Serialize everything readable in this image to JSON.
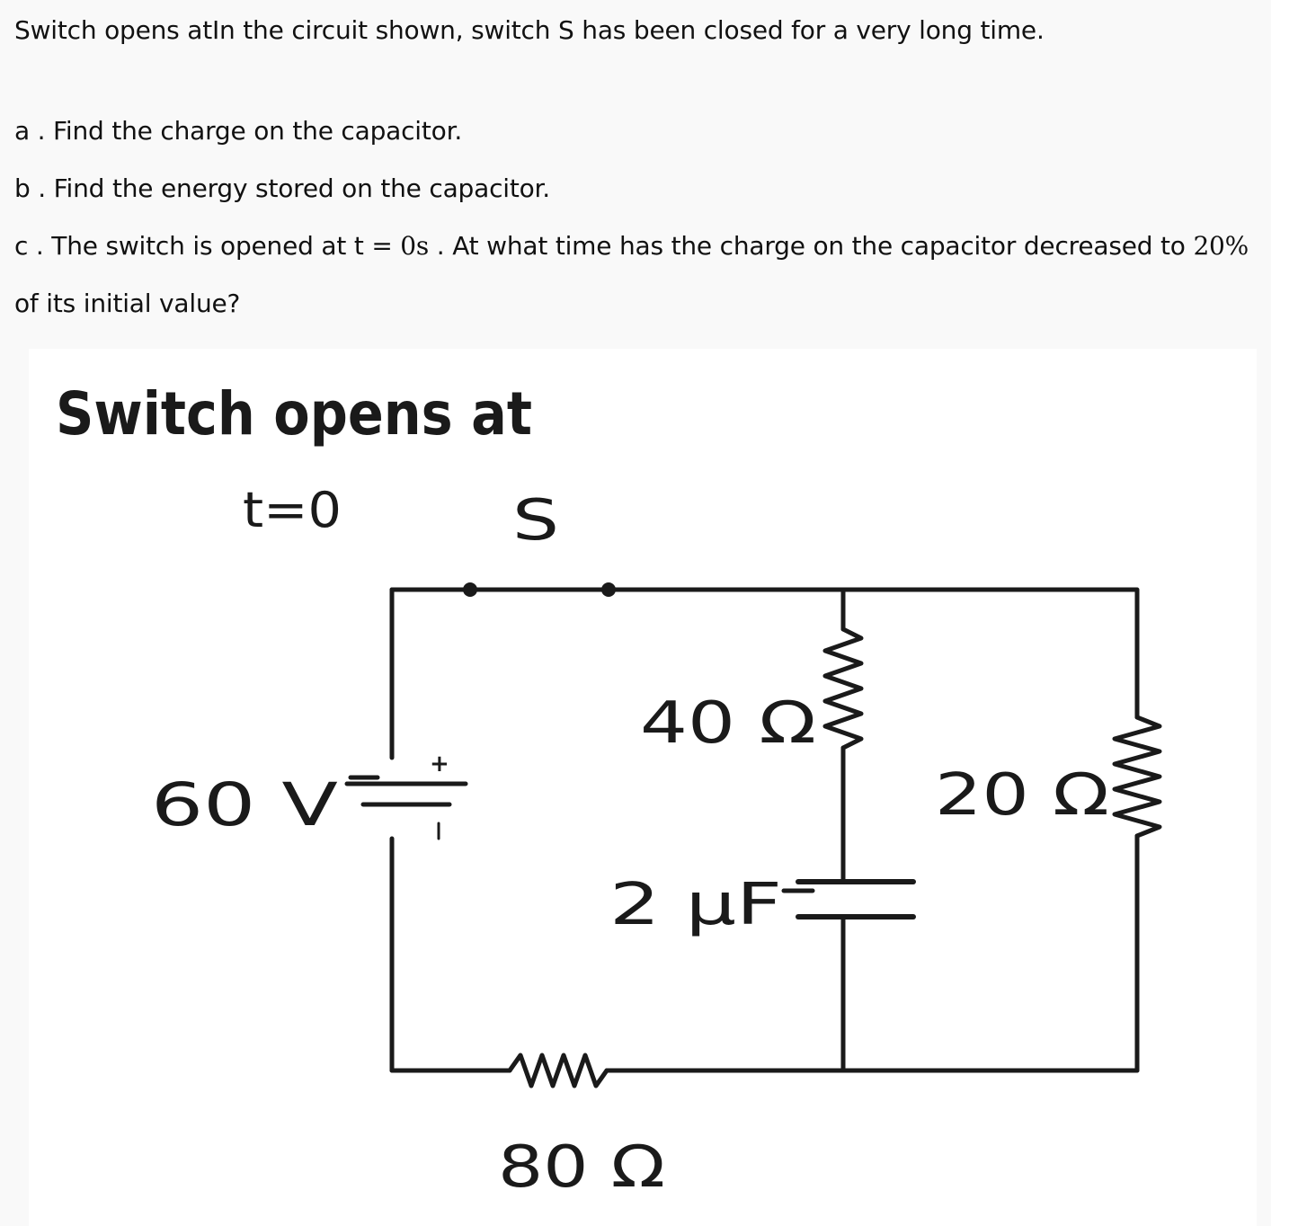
{
  "question": {
    "intro": "Switch opens atIn the circuit shown, switch S has been closed for a very long time.",
    "part_a": "a . Find the charge on the capacitor.",
    "part_b": "b . Find the energy stored on the capacitor.",
    "part_c_prefix": "c . The switch is opened at t = ",
    "part_c_time": "0s",
    "part_c_middle": " .  At what time has the charge on the capacitor decreased to ",
    "part_c_percent": "20%",
    "part_c_end": "of its initial value?"
  },
  "figure": {
    "heading": "Switch opens at",
    "time_label": "t=0",
    "switch_label": "S",
    "battery_label": "60 V",
    "battery_plus": "+",
    "r40_label": "40 Ω",
    "r20_label": "20 Ω",
    "cap_label": "2 µF",
    "r80_label": "80 Ω"
  }
}
